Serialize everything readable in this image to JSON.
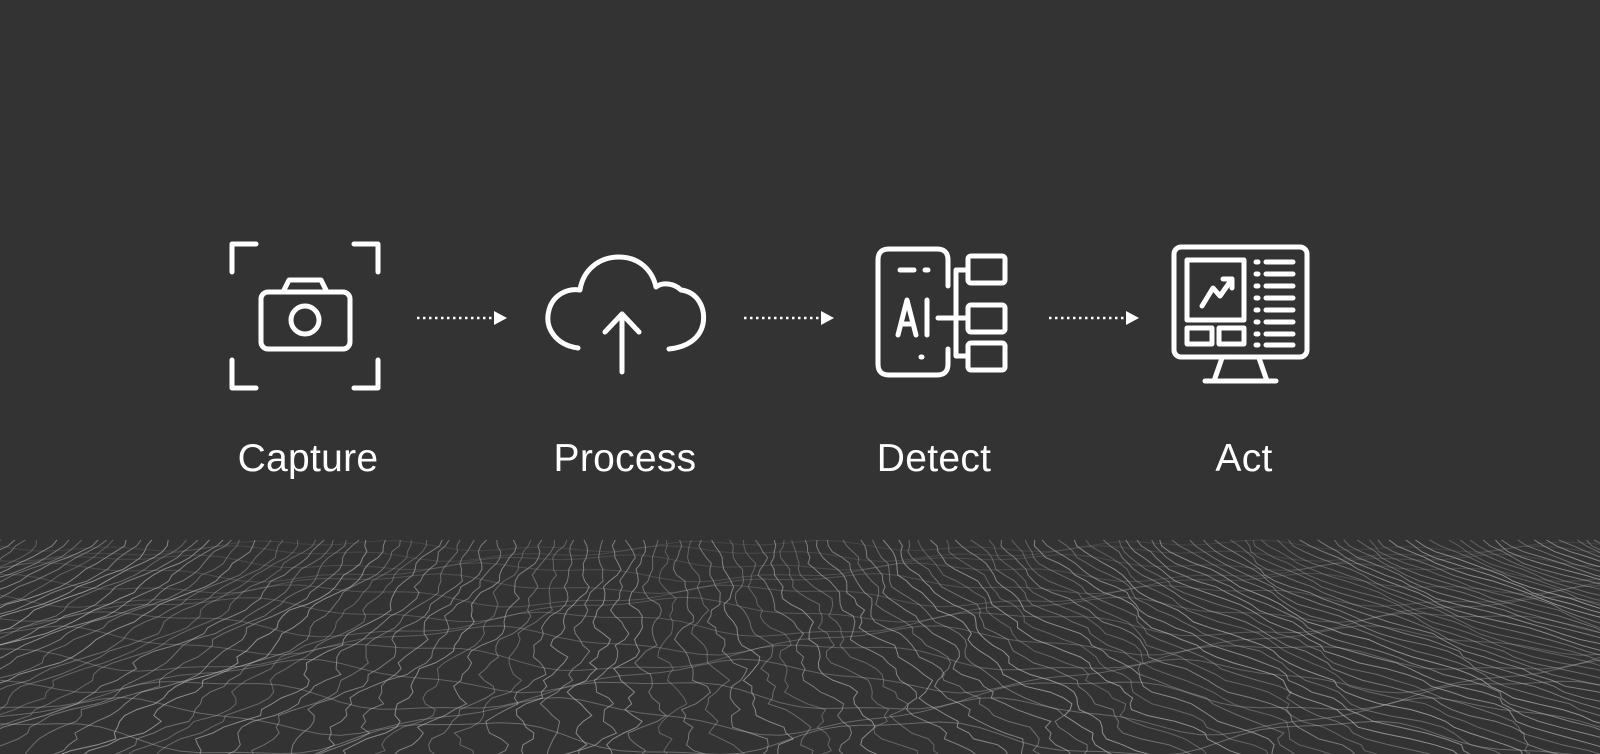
{
  "colors": {
    "background": "#333333",
    "foreground": "#ffffff",
    "wave_lines": "#bdbdbd"
  },
  "steps": [
    {
      "label": "Capture",
      "icon": "camera-viewfinder-icon"
    },
    {
      "label": "Process",
      "icon": "cloud-upload-icon"
    },
    {
      "label": "Detect",
      "icon": "ai-tablet-network-icon"
    },
    {
      "label": "Act",
      "icon": "monitor-dashboard-icon"
    }
  ],
  "connectors": [
    {
      "icon": "dotted-arrow-right-icon"
    },
    {
      "icon": "dotted-arrow-right-icon"
    },
    {
      "icon": "dotted-arrow-right-icon"
    }
  ]
}
